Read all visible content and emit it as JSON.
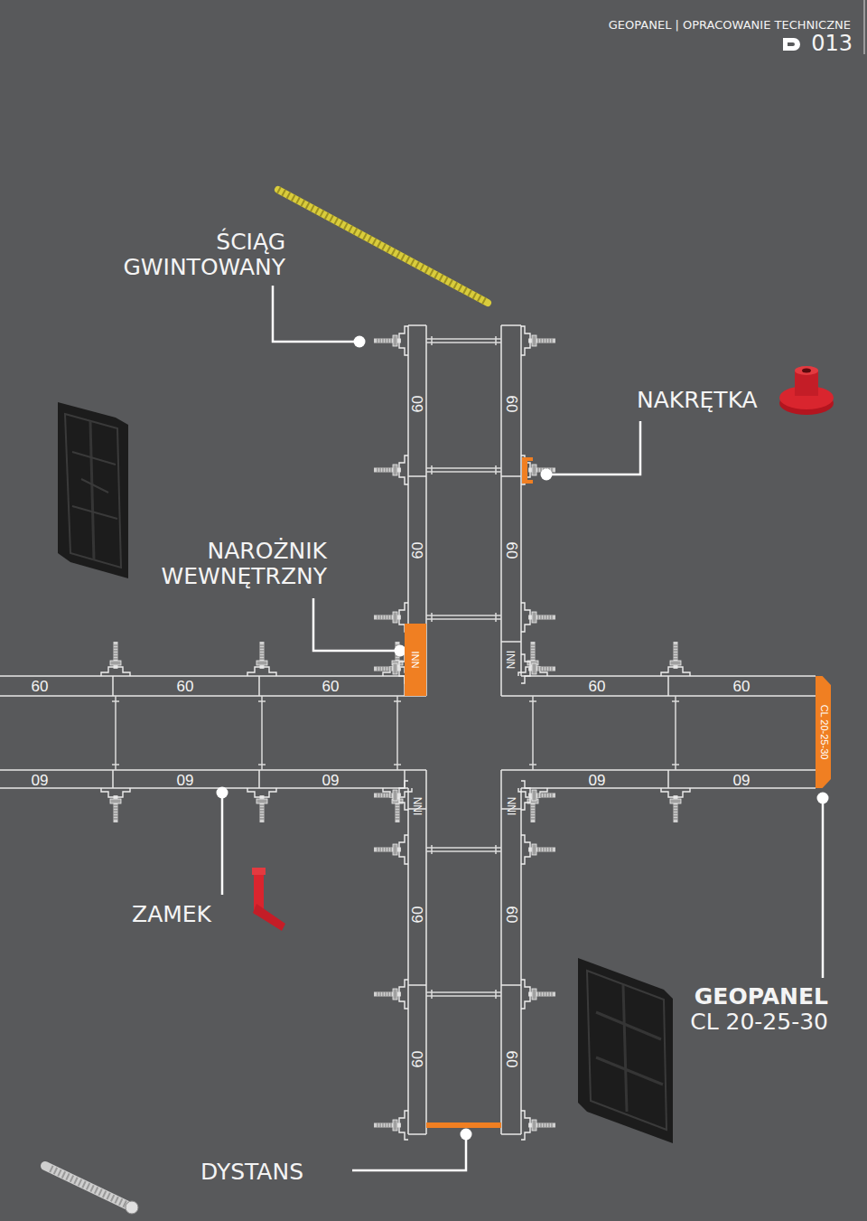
{
  "diagram": {
    "nodes": [
      {
        "text": [
          "NNI"
        ]
      },
      {
        "text": [
          "CL 20-25-30"
        ]
      }
    ],
    "labels": [
      "GEOPANEL | OPRACOWANIE TECHNICZNE",
      "013",
      "ŚCIĄG GWINTOWANY",
      "60",
      "60",
      "NAKRĘTKA",
      "60",
      "60",
      "NAROŻNIK WEWNĘTRZNY",
      "NNI",
      "60",
      "60",
      "60",
      "60",
      "60",
      "60",
      "60",
      "60",
      "NNI",
      "NNI",
      "60",
      "60",
      "ZAMEK",
      "60",
      "60",
      "GEOPANEL",
      "CL 20-25-30",
      "60",
      "60",
      "DYSTANS"
    ]
  }
}
